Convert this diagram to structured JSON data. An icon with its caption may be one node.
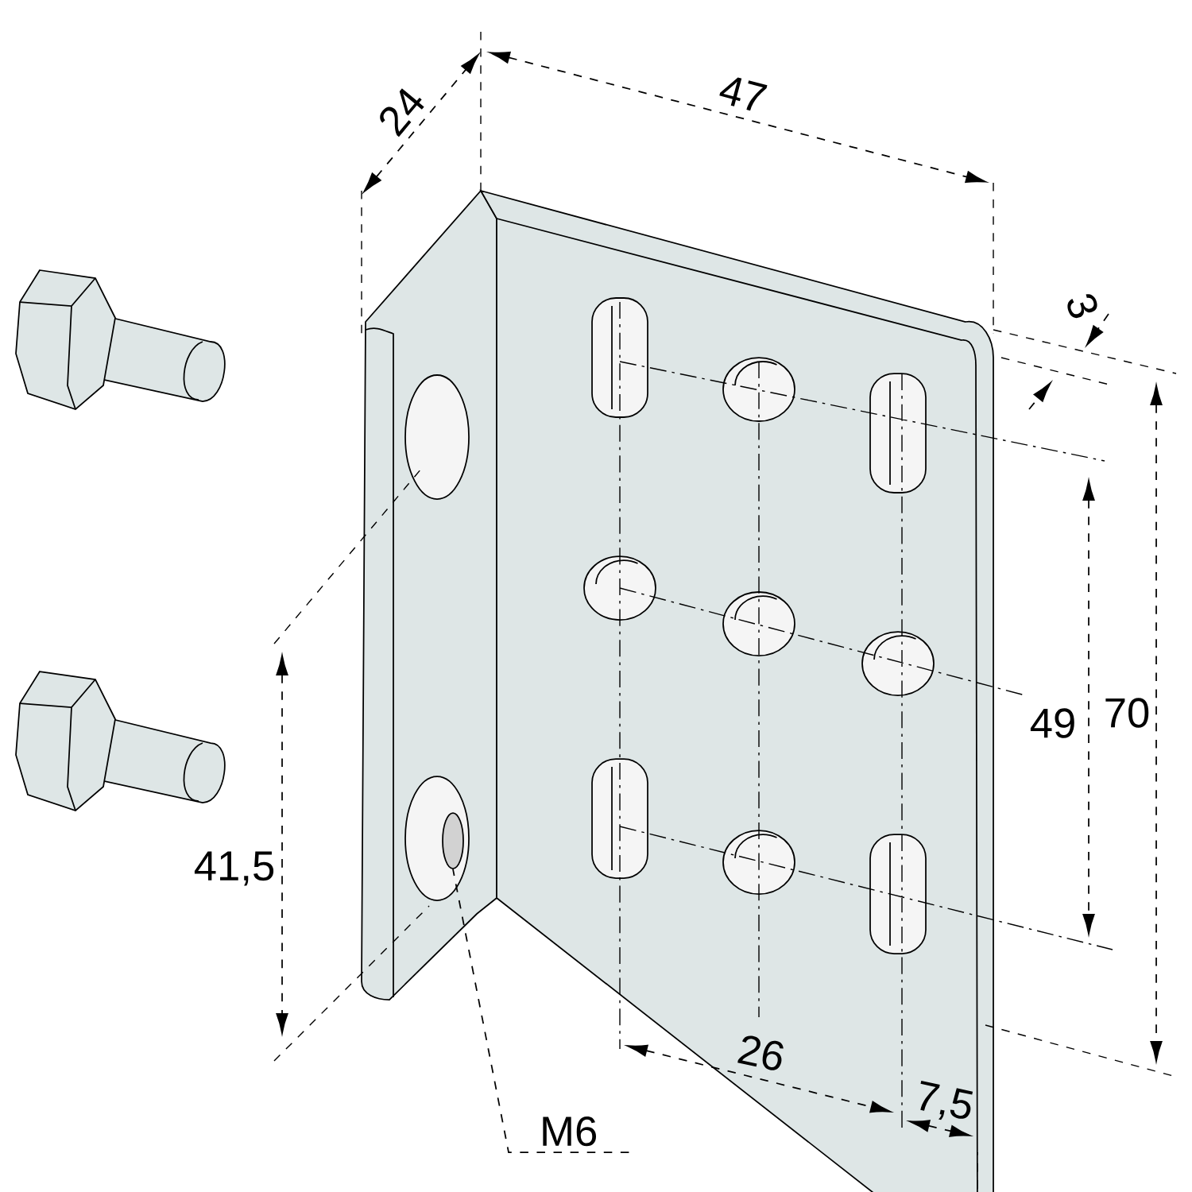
{
  "diagram": {
    "nodes": [
      {
        "text": [
          "M6"
        ]
      },
      {
        "text": [],
        "shape": "circle"
      }
    ],
    "edges": [
      {
        "from": 0,
        "to": 1,
        "arrow": "none"
      }
    ],
    "labels": [
      "24",
      "47",
      "3",
      "49",
      "70",
      "41,5",
      "26",
      "7,5"
    ]
  }
}
